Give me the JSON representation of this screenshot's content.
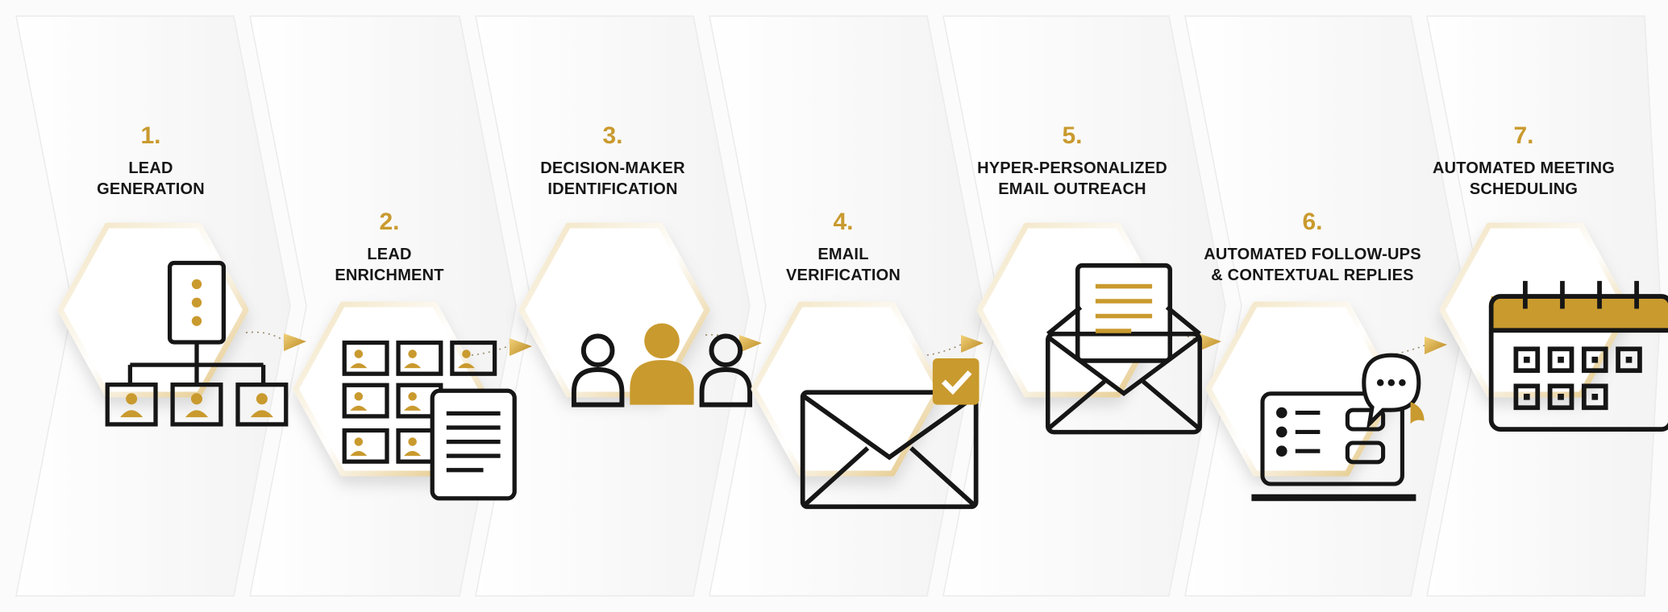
{
  "diagram": {
    "accent_color": "#c99a2e",
    "text_color": "#161616",
    "steps": [
      {
        "number": "1.",
        "title": "LEAD\nGENERATION",
        "icon": "org-chart-icon"
      },
      {
        "number": "2.",
        "title": "LEAD\nENRICHMENT",
        "icon": "profiles-document-icon"
      },
      {
        "number": "3.",
        "title": "DECISION-MAKER\nIDENTIFICATION",
        "icon": "people-group-icon"
      },
      {
        "number": "4.",
        "title": "EMAIL\nVERIFICATION",
        "icon": "verified-email-icon"
      },
      {
        "number": "5.",
        "title": "HYPER-PERSONALIZED\nEMAIL OUTREACH",
        "icon": "open-envelope-letter-icon"
      },
      {
        "number": "6.",
        "title": "AUTOMATED FOLLOW-UPS\n& CONTEXTUAL REPLIES",
        "icon": "laptop-chat-icon"
      },
      {
        "number": "7.",
        "title": "AUTOMATED MEETING\nSCHEDULING",
        "icon": "calendar-icon"
      }
    ]
  }
}
